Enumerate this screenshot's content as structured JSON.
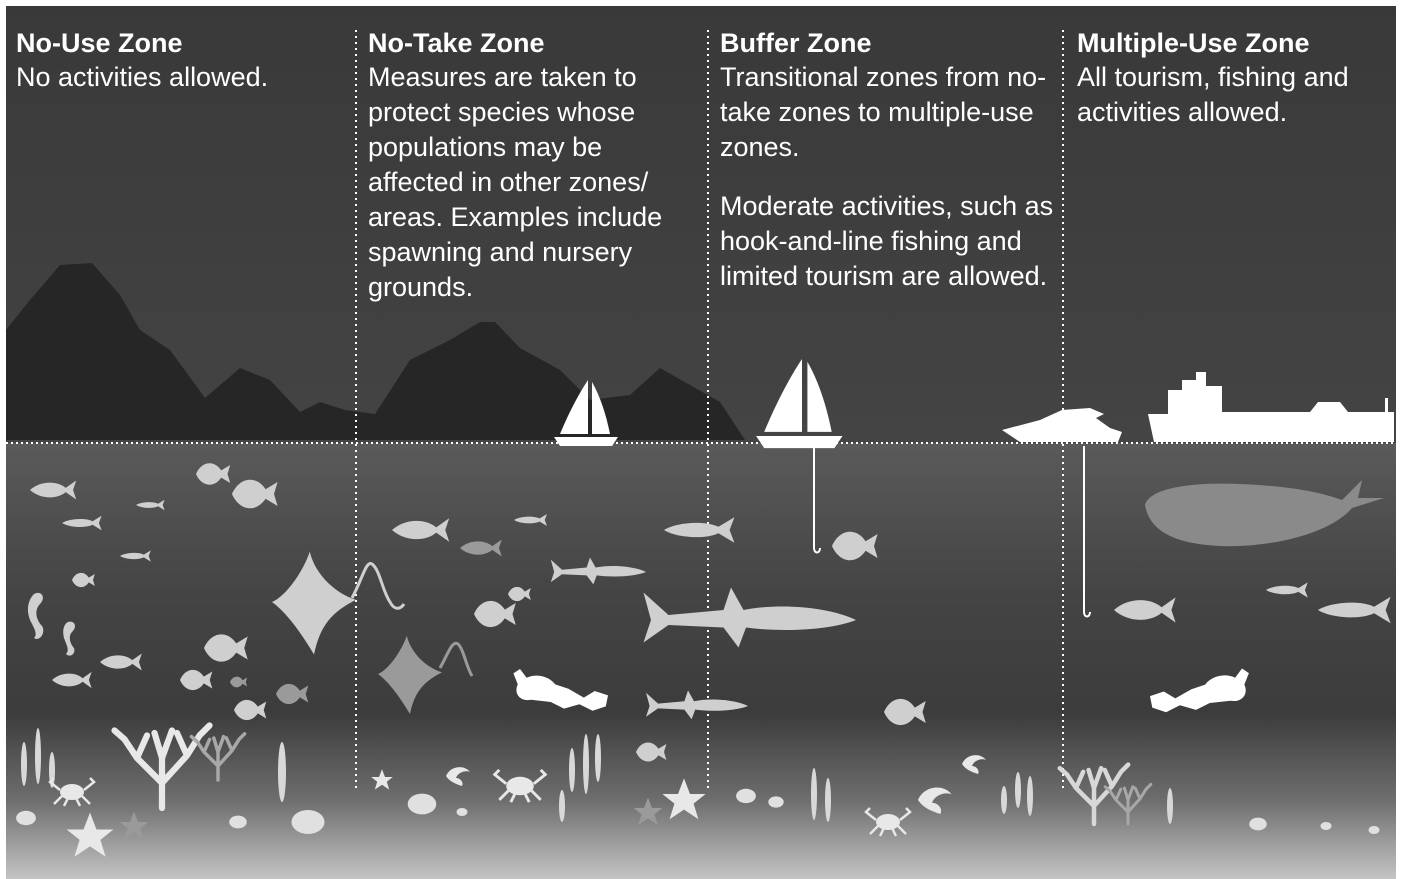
{
  "zones": [
    {
      "title": "No-Use Zone",
      "description": "No activities allowed.",
      "extra": ""
    },
    {
      "title": "No-Take Zone",
      "description": "Measures are taken to protect species whose populations may be affected in other zones/ areas. Examples include spawning and nursery grounds.",
      "extra": ""
    },
    {
      "title": "Buffer Zone",
      "description": "Transitional zones from no-take zones to multiple-use zones.",
      "extra": "Moderate activities, such as hook-and-line fishing and limited tourism are allowed."
    },
    {
      "title": "Multiple-Use Zone",
      "description": "All tourism, fishing and activities allowed.",
      "extra": ""
    }
  ],
  "colors": {
    "sky": "#3d3d3d",
    "mountain": "#262626",
    "water_top": "#585858",
    "water_mid": "#3f3f3f",
    "seabed": "#bdbdbd",
    "silhouette": "#ffffff",
    "fish_light": "#cfcfcf",
    "fish_mid": "#9a9a9a"
  }
}
